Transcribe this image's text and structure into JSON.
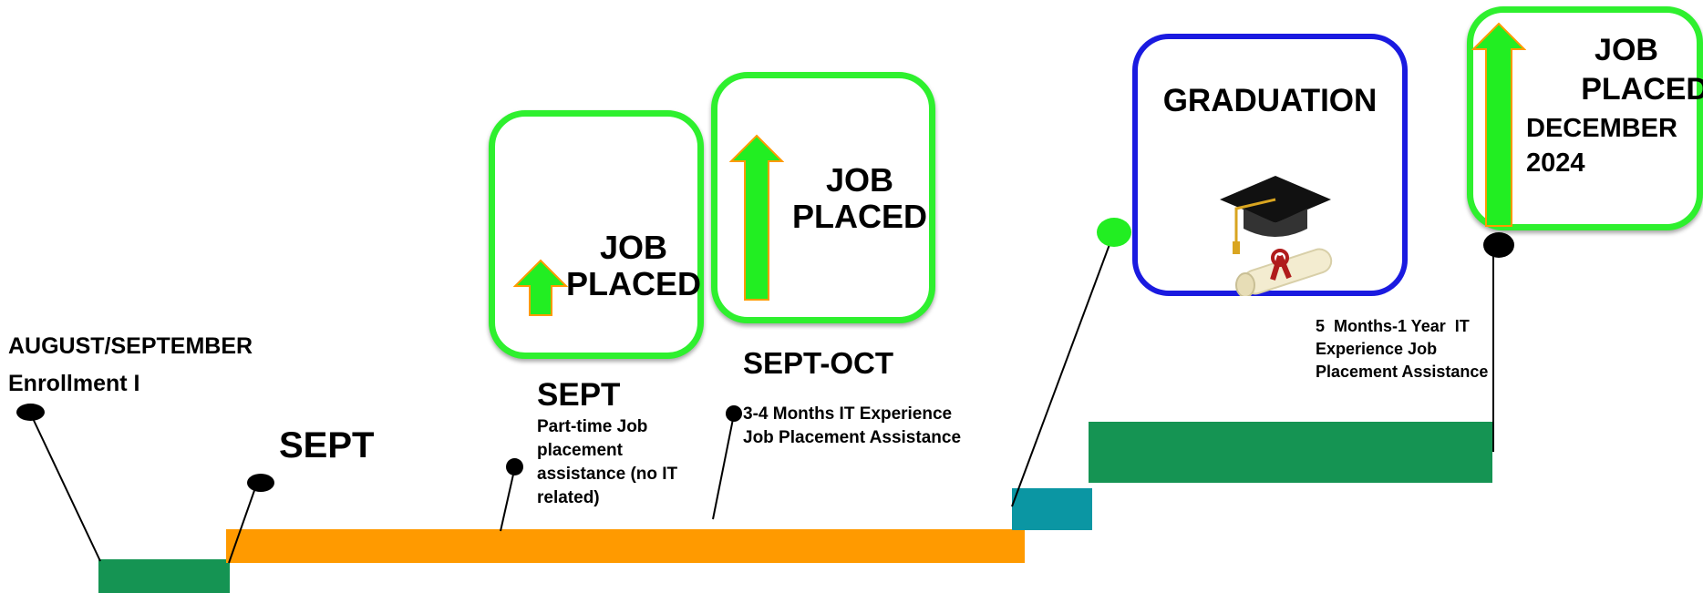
{
  "colors": {
    "green_bar": "#159453",
    "orange_bar": "#ff9a00",
    "teal_bar": "#0b96a3",
    "card_green": "#2ef02e",
    "card_blue": "#1a1ae0",
    "arrow_green": "#22ee22",
    "arrow_outline": "#ff9a00",
    "marker_black": "#000000",
    "marker_green": "#22ee22"
  },
  "labels": {
    "enroll_line1": "AUGUST/SEPTEMBER",
    "enroll_line2": "Enrollment I",
    "sept_big": "SEPT",
    "sept_small_title": "SEPT",
    "sept_parttime": "Part-time Job placement assistance (no IT related)",
    "sept_oct_title": "SEPT-OCT",
    "sept_oct_desc": "3-4 Months IT Experience Job Placement Assistance",
    "exp_5m": "5  Months-1 Year  IT Experience Job Placement Assistance"
  },
  "cards": {
    "job1_line1": "JOB",
    "job1_line2": "PLACED",
    "job2_line1": "JOB",
    "job2_line2": "PLACED",
    "graduation": "GRADUATION",
    "job3_line1": "JOB",
    "job3_line2": "PLACED",
    "job3_line3": "DECEMBER",
    "job3_line4": "2024"
  },
  "icons": [
    "up-arrow-icon",
    "graduation-cap-icon",
    "diploma-icon"
  ]
}
